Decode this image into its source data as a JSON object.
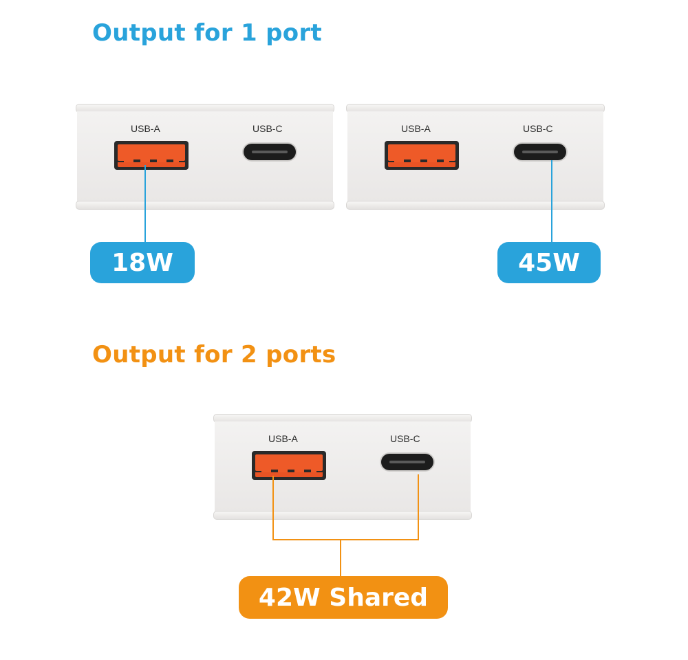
{
  "colors": {
    "blue": "#29a3db",
    "orange": "#f29113",
    "usb_a_port": "#ee5a28"
  },
  "section1": {
    "title": "Output for 1 port",
    "devices": [
      {
        "usb_a_label": "USB-A",
        "usb_c_label": "USB-C",
        "highlighted_port": "USB-A",
        "badge": "18W"
      },
      {
        "usb_a_label": "USB-A",
        "usb_c_label": "USB-C",
        "highlighted_port": "USB-C",
        "badge": "45W"
      }
    ]
  },
  "section2": {
    "title": "Output for 2 ports",
    "device": {
      "usb_a_label": "USB-A",
      "usb_c_label": "USB-C",
      "highlighted_port": "both",
      "badge": "42W Shared"
    }
  }
}
